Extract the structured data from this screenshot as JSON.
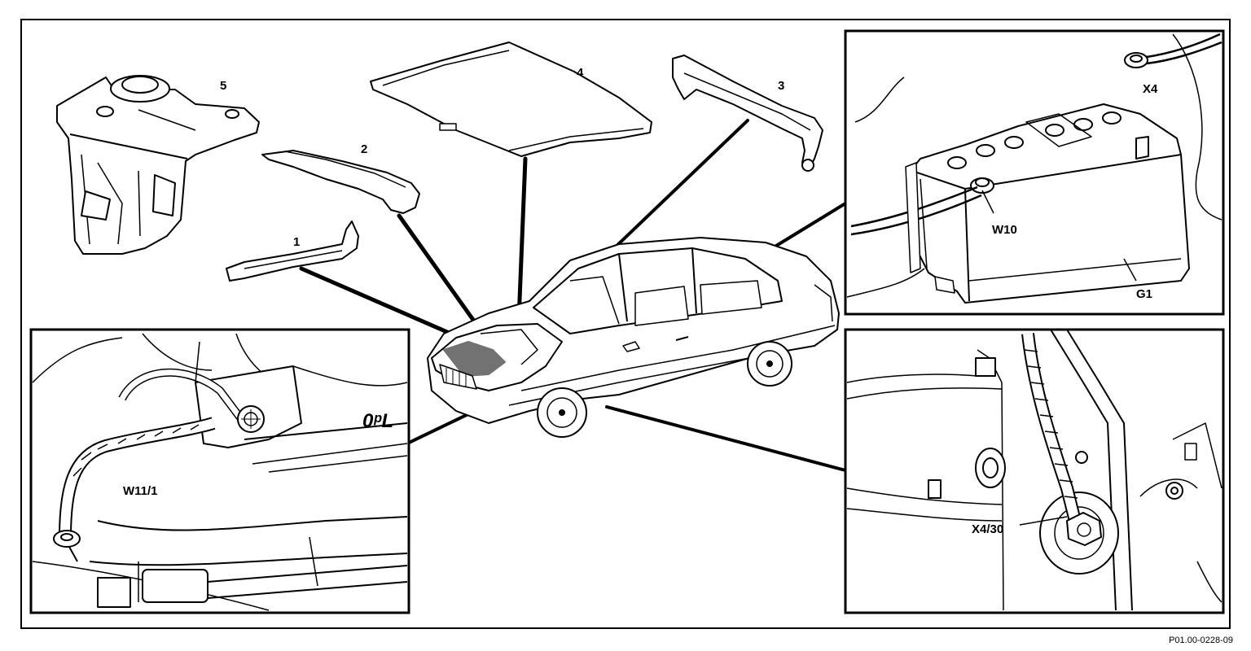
{
  "diagram": {
    "part_labels": {
      "p1": "1",
      "p2": "2",
      "p3": "3",
      "p4": "4",
      "p5": "5"
    },
    "inset_battery": {
      "x4": "X4",
      "w10": "W10",
      "g1": "G1"
    },
    "inset_left": {
      "w11_1": "W11/1"
    },
    "inset_right": {
      "x4_30": "X4/30"
    }
  },
  "caption": "P01.00-0228-09"
}
